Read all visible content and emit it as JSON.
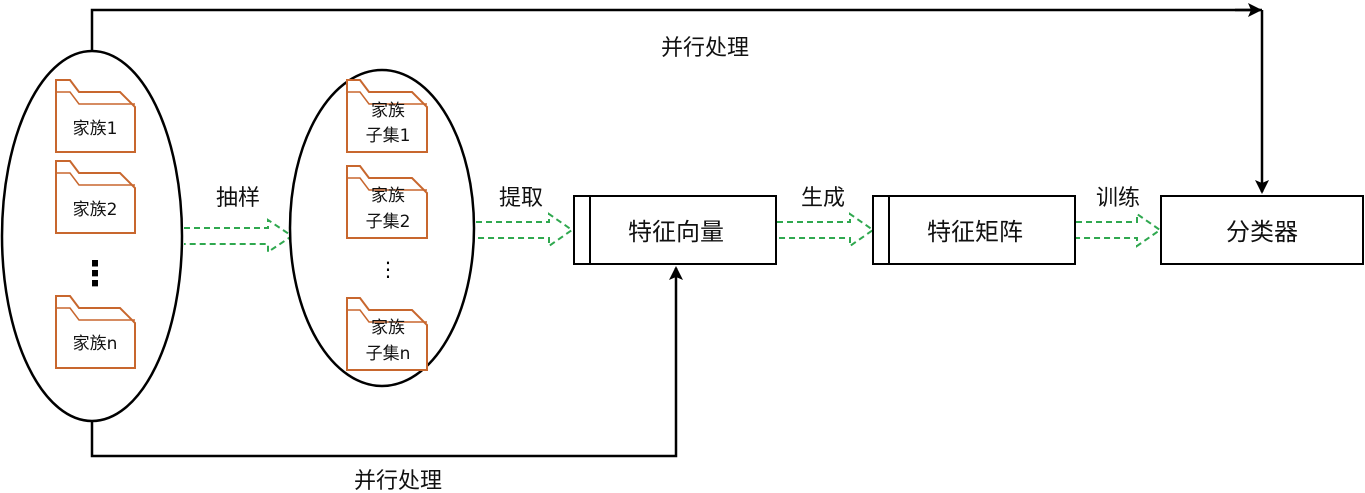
{
  "top_flow_label": "并行处理",
  "bottom_flow_label": "并行处理",
  "families": {
    "items": [
      "家族1",
      "家族2",
      "家族n"
    ],
    "ellipsis": "⋮"
  },
  "subsets": {
    "items": [
      {
        "line1": "家族",
        "line2": "子集1"
      },
      {
        "line1": "家族",
        "line2": "子集2"
      },
      {
        "line1": "家族",
        "line2": "子集n"
      }
    ],
    "ellipsis": "⋮"
  },
  "steps": {
    "sampling": "抽样",
    "extract": "提取",
    "generate": "生成",
    "train": "训练"
  },
  "boxes": {
    "feature_vector": "特征向量",
    "feature_matrix": "特征矩阵",
    "classifier": "分类器"
  },
  "colors": {
    "folder_stroke": "#c8672e",
    "dashed_arrow": "#2fa84f",
    "line": "#000000"
  }
}
